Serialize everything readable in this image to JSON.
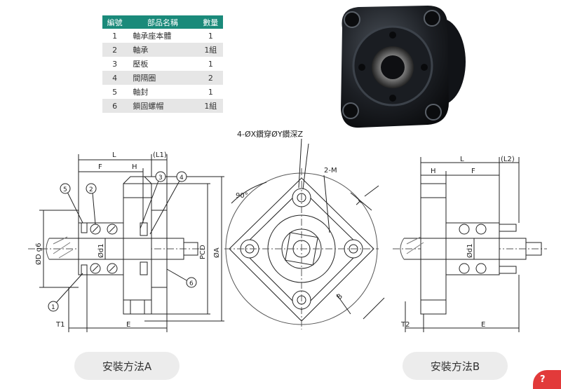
{
  "table": {
    "headers": [
      "編號",
      "部品名稱",
      "數量"
    ],
    "rows": [
      [
        "1",
        "軸承座本體",
        "1"
      ],
      [
        "2",
        "軸承",
        "1組"
      ],
      [
        "3",
        "壓板",
        "1"
      ],
      [
        "4",
        "間隔圈",
        "2"
      ],
      [
        "5",
        "軸封",
        "1"
      ],
      [
        "6",
        "鎖固螺帽",
        "1組"
      ]
    ],
    "header_color": "#1a8a7a"
  },
  "labels": {
    "hole_spec": "4-ØX鑽穿ØY鑽深Z",
    "L": "L",
    "L1": "(L1)",
    "L2": "(L2)",
    "F": "F",
    "H": "H",
    "T1": "T1",
    "T2": "T2",
    "E": "E",
    "D": "ØD g6",
    "d1": "Ød1",
    "PCD": "PCD",
    "A": "ØA",
    "M": "2-M",
    "angle": "90°",
    "T": "T",
    "B": "B"
  },
  "callouts": [
    "1",
    "2",
    "3",
    "4",
    "5",
    "6"
  ],
  "buttons": {
    "method_a": "安裝方法A",
    "method_b": "安裝方法B"
  }
}
